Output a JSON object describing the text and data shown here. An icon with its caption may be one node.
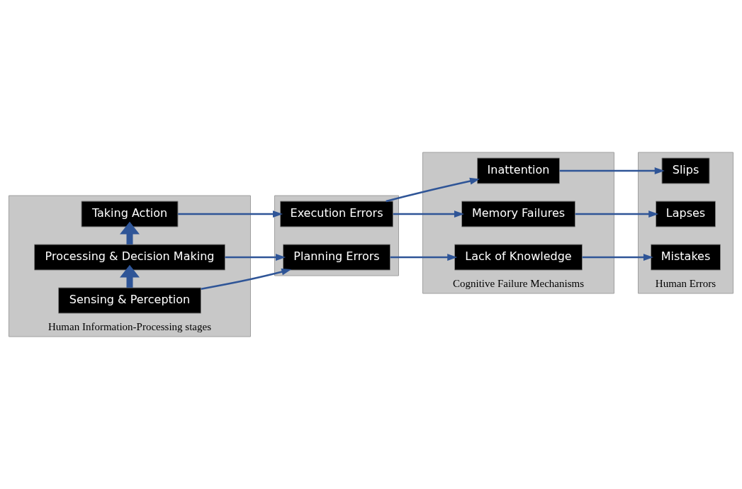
{
  "diagram": {
    "nodes": [
      {
        "text": [
          "Human Information-Processing stages"
        ]
      },
      {
        "text": [
          "Taking Action"
        ],
        "in": 0
      },
      {
        "text": [
          "Processing & Decision Making"
        ],
        "in": 0
      },
      {
        "text": [
          "Sensing & Perception"
        ],
        "in": 0
      },
      {
        "text": [],
        "shape": "box"
      },
      {
        "text": [
          "Execution Errors"
        ],
        "in": 4
      },
      {
        "text": [
          "Planning Errors"
        ],
        "in": 4
      },
      {
        "text": [
          "Cognitive Failure Mechanisms"
        ]
      },
      {
        "text": [
          "Inattention"
        ],
        "in": 7
      },
      {
        "text": [
          "Memory Failures"
        ],
        "in": 7
      },
      {
        "text": [
          "Lack of Knowledge"
        ],
        "in": 7
      },
      {
        "text": [
          "Human Errors"
        ]
      },
      {
        "text": [
          "Slips"
        ],
        "in": 11
      },
      {
        "text": [
          "Lapses"
        ],
        "in": 11
      },
      {
        "text": [
          "Mistakes"
        ],
        "in": 11
      }
    ],
    "edges": [
      {
        "from": 3,
        "to": 2,
        "arrow": "to",
        "style": "thick"
      },
      {
        "from": 2,
        "to": 1,
        "arrow": "to",
        "style": "thick"
      },
      {
        "from": 1,
        "to": 5,
        "arrow": "to"
      },
      {
        "from": 5,
        "to": 8,
        "arrow": "to"
      },
      {
        "from": 5,
        "to": 9,
        "arrow": "to"
      },
      {
        "from": 2,
        "to": 6,
        "arrow": "to"
      },
      {
        "from": 3,
        "to": 6,
        "arrow": "to"
      },
      {
        "from": 6,
        "to": 10,
        "arrow": "to"
      },
      {
        "from": 8,
        "to": 12,
        "arrow": "to"
      },
      {
        "from": 9,
        "to": 13,
        "arrow": "to"
      },
      {
        "from": 10,
        "to": 14,
        "arrow": "to"
      }
    ]
  }
}
